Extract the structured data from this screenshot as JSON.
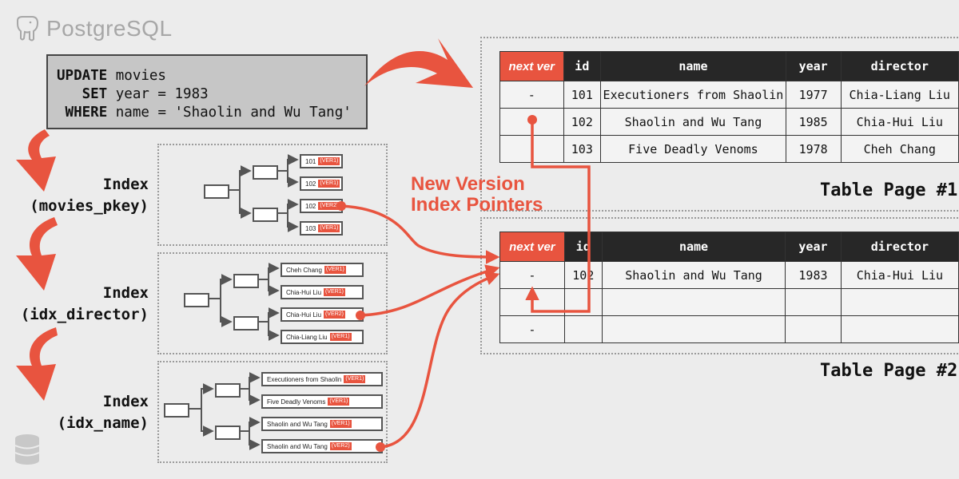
{
  "logo": {
    "text": "PostgreSQL"
  },
  "sql": {
    "line1_kw": "UPDATE",
    "line1_rest": " movies",
    "line2_kw": "SET",
    "line2_rest": " year = 1983",
    "line3_kw": "WHERE",
    "line3_rest": " name = 'Shaolin and Wu Tang'"
  },
  "indexes": [
    {
      "title": "Index",
      "name": "(movies_pkey)",
      "leaves": [
        {
          "text": "101",
          "ver": "(VER1)"
        },
        {
          "text": "102",
          "ver": "(VER1)"
        },
        {
          "text": "102",
          "ver": "(VER2)"
        },
        {
          "text": "103",
          "ver": "(VER1)"
        }
      ]
    },
    {
      "title": "Index",
      "name": "(idx_director)",
      "leaves": [
        {
          "text": "Cheh Chang",
          "ver": "(VER1)"
        },
        {
          "text": "Chia-Hui Liu",
          "ver": "(VER1)"
        },
        {
          "text": "Chia-Hui Liu",
          "ver": "(VER2)"
        },
        {
          "text": "Chia-Liang Liu",
          "ver": "(VER1)"
        }
      ]
    },
    {
      "title": "Index",
      "name": "(idx_name)",
      "leaves": [
        {
          "text": "Executioners from Shaolin",
          "ver": "(VER1)"
        },
        {
          "text": "Five Deadly Venoms",
          "ver": "(VER1)"
        },
        {
          "text": "Shaolin and Wu Tang",
          "ver": "(VER1)"
        },
        {
          "text": "Shaolin and Wu Tang",
          "ver": "(VER2)"
        }
      ]
    }
  ],
  "callout": {
    "line1": "New Version",
    "line2": "Index Pointers"
  },
  "table1": {
    "title": "Table Page #1",
    "headers": [
      "next ver",
      "id",
      "name",
      "year",
      "director"
    ],
    "rows": [
      [
        "-",
        "101",
        "Executioners from Shaolin",
        "1977",
        "Chia-Liang Liu"
      ],
      [
        "",
        "102",
        "Shaolin and Wu Tang",
        "1985",
        "Chia-Hui Liu"
      ],
      [
        "",
        "103",
        "Five Deadly Venoms",
        "1978",
        "Cheh Chang"
      ]
    ]
  },
  "table2": {
    "title": "Table Page #2",
    "headers": [
      "next ver",
      "id",
      "name",
      "year",
      "director"
    ],
    "rows": [
      [
        "-",
        "102",
        "Shaolin and Wu Tang",
        "1983",
        "Chia-Hui Liu"
      ],
      [
        "",
        "",
        "",
        "",
        ""
      ],
      [
        "-",
        "",
        "",
        "",
        ""
      ]
    ]
  },
  "colors": {
    "accent": "#e8543f",
    "header": "#272727",
    "background": "#ececec"
  },
  "icons": [
    "elephant-icon",
    "database-icon"
  ]
}
